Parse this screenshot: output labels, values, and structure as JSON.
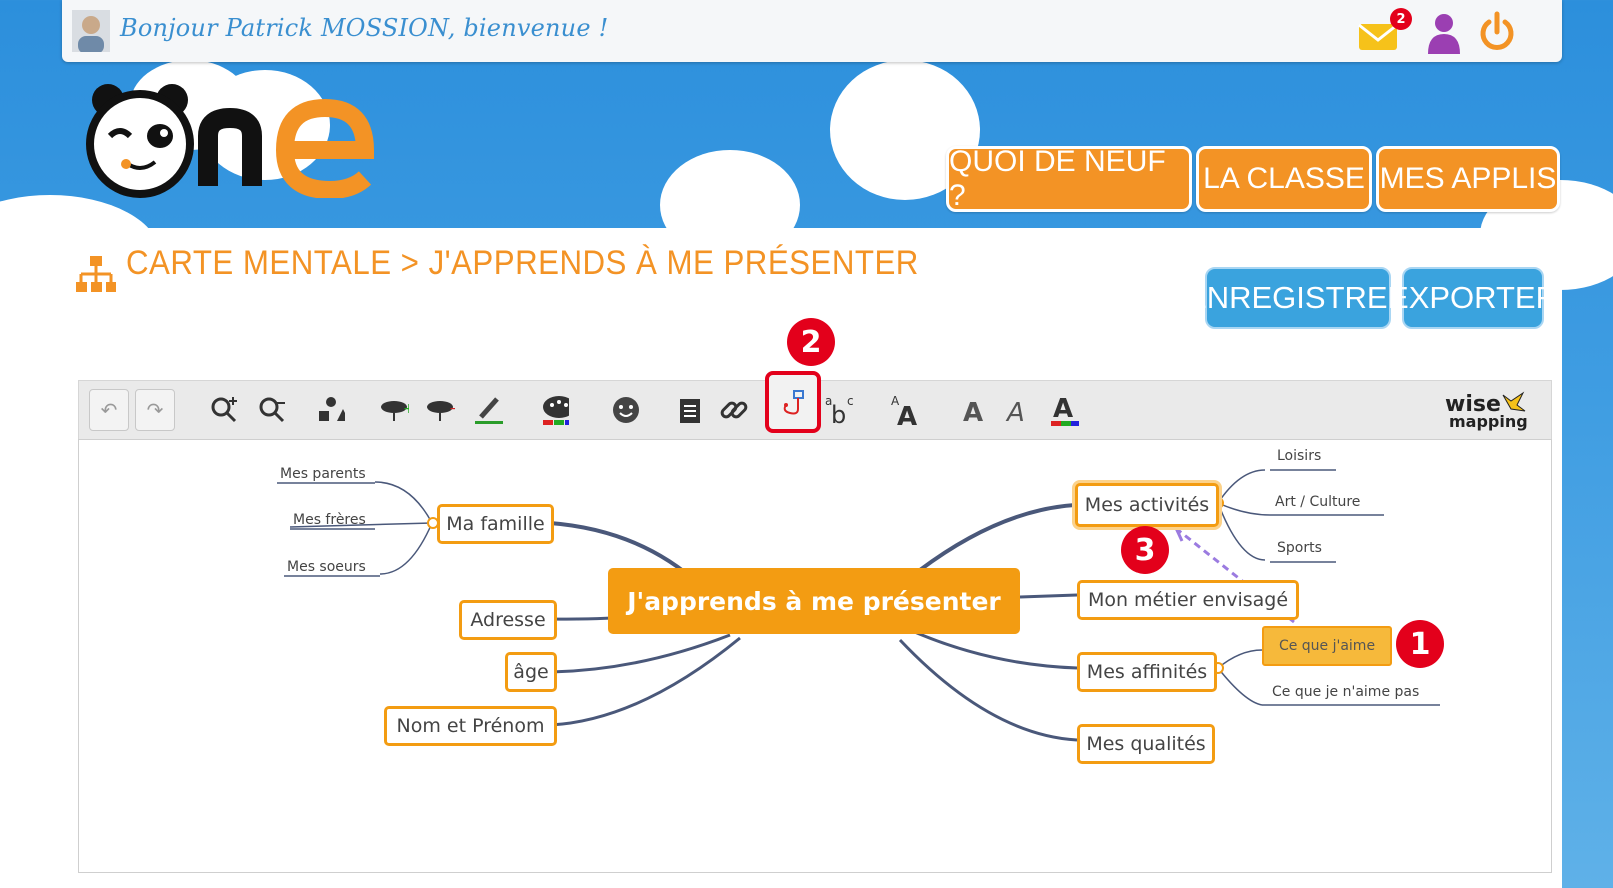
{
  "header": {
    "welcome": "Bonjour Patrick MOSSION, bienvenue !",
    "mail_count": "2"
  },
  "logo": {
    "text": "one"
  },
  "nav": [
    {
      "label": "QUOI DE NEUF ?"
    },
    {
      "label": "LA CLASSE"
    },
    {
      "label": "MES APPLIS"
    }
  ],
  "page": {
    "title": "CARTE MENTALE > J'APPRENDS À ME PRÉSENTER",
    "save_label": "ENREGISTRER",
    "export_label": "EXPORTER"
  },
  "toolbar": {
    "brand": "wise mapping"
  },
  "mindmap": {
    "central": "J'apprends à me présenter",
    "nodes": {
      "famille": "Ma famille",
      "adresse": "Adresse",
      "age": "âge",
      "nom": "Nom et Prénom",
      "activites": "Mes activités",
      "metier": "Mon métier envisagé",
      "affinites": "Mes affinités",
      "qualites": "Mes qualités"
    },
    "leaves": {
      "parents": "Mes parents",
      "freres": "Mes frères",
      "soeurs": "Mes soeurs",
      "loisirs": "Loisirs",
      "art": "Art / Culture",
      "sports": "Sports",
      "aime": "Ce que j'aime",
      "naime": "Ce que je n'aime pas"
    }
  },
  "annotations": {
    "b1": "1",
    "b2": "2",
    "b3": "3"
  },
  "colors": {
    "orange": "#f39325",
    "blue": "#3aa3de",
    "node_border": "#f39c12",
    "badge": "#e3001b"
  }
}
